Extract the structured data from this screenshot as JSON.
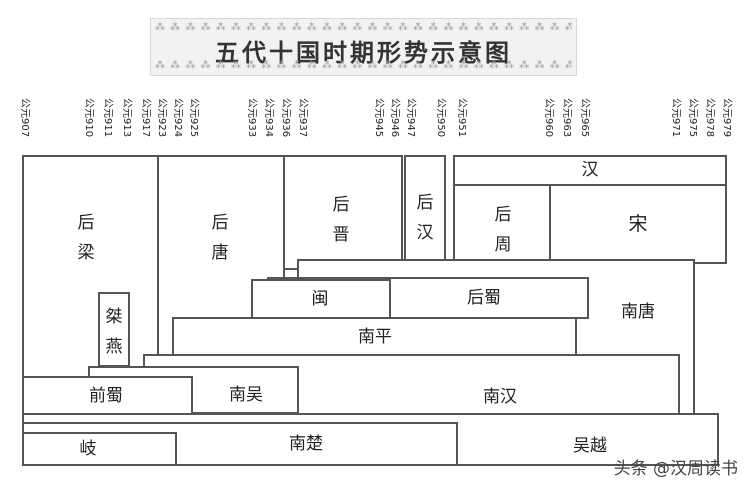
{
  "banner": {
    "title": "五代十国时期形势示意图",
    "pattern": "⁂ ⁂ ⁂ ⁂ ⁂ ⁂ ⁂ ⁂ ⁂ ⁂ ⁂ ⁂ ⁂ ⁂ ⁂ ⁂ ⁂ ⁂ ⁂ ⁂ ⁂ ⁂ ⁂ ⁂ ⁂ ⁂ ⁂ ⁂ ⁂ ⁂ ⁂ ⁂"
  },
  "years": [
    "公元907",
    "公元910",
    "公元911",
    "公元913",
    "公元917",
    "公元923",
    "公元924",
    "公元925",
    "公元933",
    "公元934",
    "公元936",
    "公元937",
    "公元945",
    "公元946",
    "公元947",
    "公元950",
    "公元951",
    "公元960",
    "公元963",
    "公元965",
    "公元971",
    "公元975",
    "公元978",
    "公元979"
  ],
  "states": {
    "houliang": "后梁",
    "houtang": "后唐",
    "houjin": "后晋",
    "houhan": "后汉",
    "houzhou": "后周",
    "song": "宋",
    "han": "汉",
    "jieyan": "桀燕",
    "min": "闽",
    "houshu": "后蜀",
    "nantang": "南唐",
    "nanping": "南平",
    "qianshu": "前蜀",
    "nanwu": "南吴",
    "nanhan": "南汉",
    "qi": "岐",
    "nanchu": "南楚",
    "wuyue": "吴越"
  },
  "watermark": "头条 @汉周读书"
}
